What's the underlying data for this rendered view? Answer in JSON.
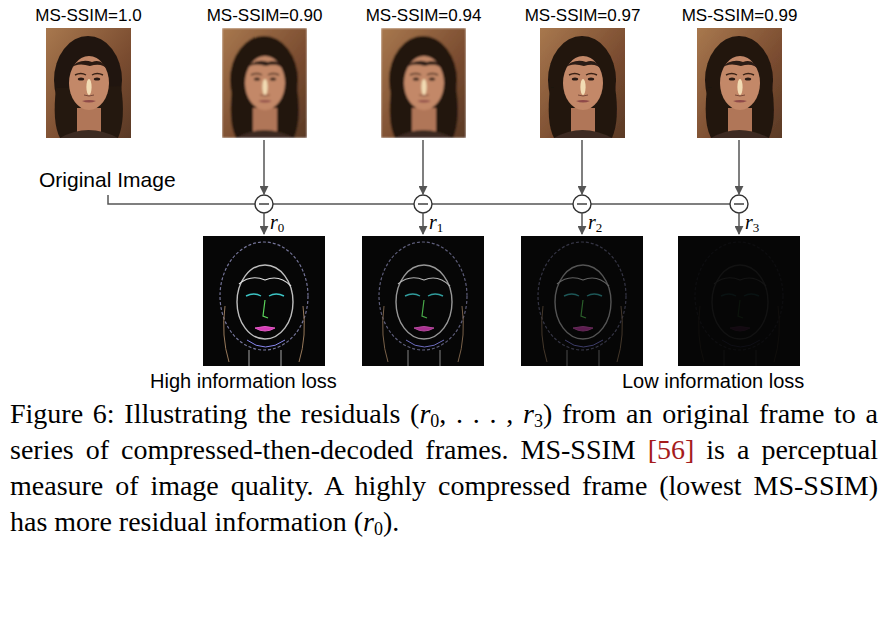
{
  "diagram": {
    "caption": "Figure 6: Illustrating the residuals (r0, . . . , r3) from an original frame to a series of compressed-then-decoded frames. MS-SSIM [56] is a perceptual measure of image quality. A highly compressed frame (lowest MS-SSIM) has more residual information (r0).",
    "nodes": [
      {
        "text": [
          "MS-SSIM=1.0",
          "Original Image"
        ]
      },
      {
        "text": [
          "MS-SSIM=0.90"
        ]
      },
      {
        "text": [
          "MS-SSIM=0.94"
        ]
      },
      {
        "text": [
          "MS-SSIM=0.97"
        ]
      },
      {
        "text": [
          "MS-SSIM=0.99"
        ]
      }
    ],
    "labels": [
      "r0",
      "r1",
      "r2",
      "r3",
      "High information loss",
      "Low information loss"
    ]
  }
}
